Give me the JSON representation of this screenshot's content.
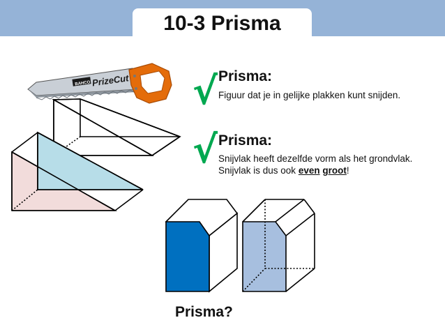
{
  "slide": {
    "title": "10-3 Prisma"
  },
  "saw": {
    "brand_small": "BAHCO",
    "brand_main": "PrizeCut"
  },
  "point1": {
    "check_icon": "√",
    "heading": "Prisma:",
    "text": "Figuur dat je in gelijke plakken kunt snijden."
  },
  "point2": {
    "check_icon": "√",
    "heading": "Prisma:",
    "line1": "Snijvlak heeft dezelfde vorm als het grondvlak.",
    "line2_pre": "Snijvlak is dus ook ",
    "line2_em1": "even",
    "line2_mid": " ",
    "line2_em2": "groot",
    "line2_post": "!"
  },
  "bottom": {
    "question": "Prisma?"
  },
  "colors": {
    "band": "#95b3d7",
    "check": "#00a850",
    "pink_face": "#f2dcdb",
    "blue_face": "#b7dde8",
    "solid_blue": "#0070c0",
    "light_blue": "#a7bfdf",
    "saw_handle": "#e46c0a"
  }
}
